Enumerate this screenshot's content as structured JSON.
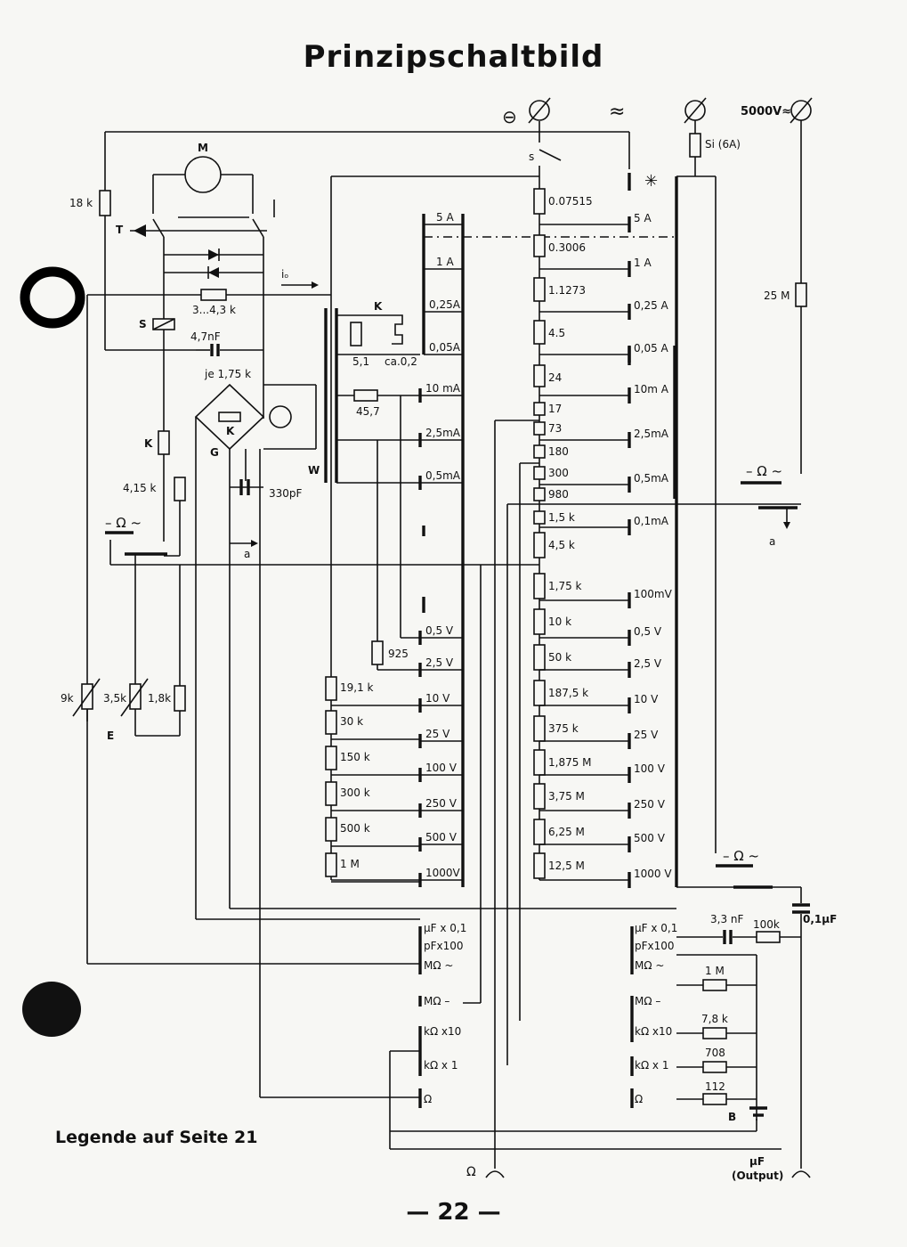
{
  "title": "Prinzipschaltbild",
  "legend": "Legende auf Seite 21",
  "page_number": "— 22 —",
  "labels": {
    "minus": "⊖",
    "approx": "≈",
    "hv": "5000V≈",
    "star": "✳",
    "M": "M",
    "T": "T",
    "S": "S",
    "K": "K",
    "G": "G",
    "W": "W",
    "E": "E",
    "B": "B",
    "s": "s",
    "a": "a",
    "io": "iₒ",
    "r18k": "18 k",
    "r3_43k": "3...4,3 k",
    "c47nf": "4,7nF",
    "je175k": "je 1,75 k",
    "r415k": "4,15 k",
    "c330pf": "330pF",
    "r51": "5,1",
    "ca02": "ca.0,2",
    "r457": "45,7",
    "r925": "925",
    "r9k": "9k",
    "r35k": "3,5k",
    "r18k2": "1,8k",
    "si6a": "Si (6A)",
    "r25m": "25 M",
    "ohm_tilde": "– Ω ~",
    "c33nf": "3,3 nF",
    "r100k": "100k",
    "c01uf": "0,1µF",
    "r1m": "1 M",
    "r78k": "7,8 k",
    "r708": "708",
    "r112": "112",
    "ohm_out": "Ω",
    "uf_out": "µF",
    "output": "(Output)"
  },
  "shunt_values": [
    "0.07515",
    "0.3006",
    "1.1273",
    "4.5",
    "24",
    "17",
    "73",
    "180",
    "300",
    "980",
    "1,5 k",
    "4,5 k",
    "1,75 k",
    "10 k",
    "50 k",
    "187,5 k",
    "375 k",
    "1,875 M",
    "3,75 M",
    "6,25 M",
    "12,5 M"
  ],
  "left_series": [
    "19,1 k",
    "30 k",
    "150 k",
    "300 k",
    "500 k",
    "1 M"
  ],
  "left_ranges": [
    "5 A",
    "1 A",
    "0,25A",
    "0,05A",
    "10 mA",
    "2,5mA",
    "0,5mA",
    "0,5 V",
    "2,5 V",
    "10 V",
    "25 V",
    "100 V",
    "250 V",
    "500 V",
    "1000V"
  ],
  "right_ranges": [
    "5 A",
    "1 A",
    "0,25 A",
    "0,05 A",
    "10m A",
    "2,5mA",
    "0,5mA",
    "0,1mA",
    "100mV",
    "0,5 V",
    "2,5 V",
    "10 V",
    "25 V",
    "100 V",
    "250 V",
    "500 V",
    "1000 V"
  ],
  "left_lower": [
    "µF x 0,1",
    "pFx100",
    "MΩ ~",
    "MΩ –",
    "kΩ x10",
    "kΩ x 1",
    "Ω"
  ],
  "right_lower": [
    "µF x 0,1",
    "pFx100",
    "MΩ ~",
    "MΩ –",
    "kΩ x10",
    "kΩ x 1",
    "Ω"
  ]
}
